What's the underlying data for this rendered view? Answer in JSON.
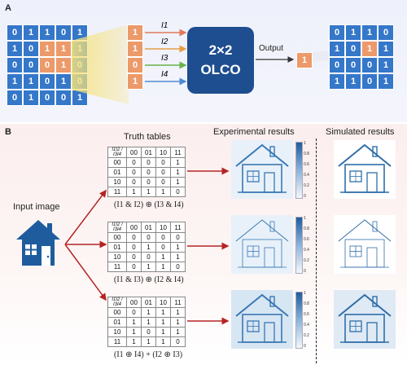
{
  "panel_a": {
    "label": "A",
    "input_grid": [
      [
        "0",
        "1",
        "1",
        "0",
        "1"
      ],
      [
        "1",
        "0",
        "1",
        "1",
        "1"
      ],
      [
        "0",
        "0",
        "0",
        "1",
        "0"
      ],
      [
        "1",
        "1",
        "0",
        "1",
        "0"
      ],
      [
        "0",
        "1",
        "0",
        "0",
        "1"
      ]
    ],
    "highlight_col": [
      "1",
      "1",
      "0",
      "1"
    ],
    "signals": [
      "I1",
      "I2",
      "I3",
      "I4"
    ],
    "olco_line1": "2×2",
    "olco_line2": "OLCO",
    "output_label": "Output",
    "output_value": "1",
    "output_grid": [
      [
        "0",
        "1",
        "1",
        "0"
      ],
      [
        "1",
        "0",
        "1",
        "1"
      ],
      [
        "0",
        "0",
        "0",
        "1"
      ],
      [
        "1",
        "1",
        "0",
        "1"
      ]
    ],
    "colors": {
      "cell_blue": "#3577c9",
      "cell_orange": "#ec9a6a",
      "olco": "#1e4e8f",
      "arrow": "#e07a5a"
    }
  },
  "panel_b": {
    "label": "B",
    "truth_tables_title": "Truth tables",
    "experimental_title": "Experimental results",
    "simulated_title": "Simulated results",
    "input_image_label": "Input image",
    "table_header": [
      "I1I2 / I3I4",
      "00",
      "01",
      "10",
      "11"
    ],
    "tables": [
      {
        "rows": [
          [
            "00",
            "0",
            "0",
            "0",
            "1"
          ],
          [
            "01",
            "0",
            "0",
            "0",
            "1"
          ],
          [
            "10",
            "0",
            "0",
            "0",
            "1"
          ],
          [
            "11",
            "1",
            "1",
            "1",
            "0"
          ]
        ],
        "formula": "(I1 & I2) ⊕ (I3 & I4)"
      },
      {
        "rows": [
          [
            "00",
            "0",
            "0",
            "0",
            "0"
          ],
          [
            "01",
            "0",
            "1",
            "0",
            "1"
          ],
          [
            "10",
            "0",
            "0",
            "1",
            "1"
          ],
          [
            "11",
            "0",
            "1",
            "1",
            "0"
          ]
        ],
        "formula": "(I1 & I3) ⊕ (I2 & I4)"
      },
      {
        "rows": [
          [
            "00",
            "0",
            "1",
            "1",
            "1"
          ],
          [
            "01",
            "1",
            "1",
            "1",
            "1"
          ],
          [
            "10",
            "1",
            "0",
            "1",
            "1"
          ],
          [
            "11",
            "1",
            "1",
            "1",
            "0"
          ]
        ],
        "formula": "(I1 ⊕ I4) + (I2 ⊕ I3)"
      }
    ],
    "colorbar_ticks": [
      "1",
      "0.8",
      "0.6",
      "0.4",
      "0.2",
      "0"
    ],
    "colors": {
      "arrow": "#b52424",
      "house": "#1f5c9e"
    }
  }
}
